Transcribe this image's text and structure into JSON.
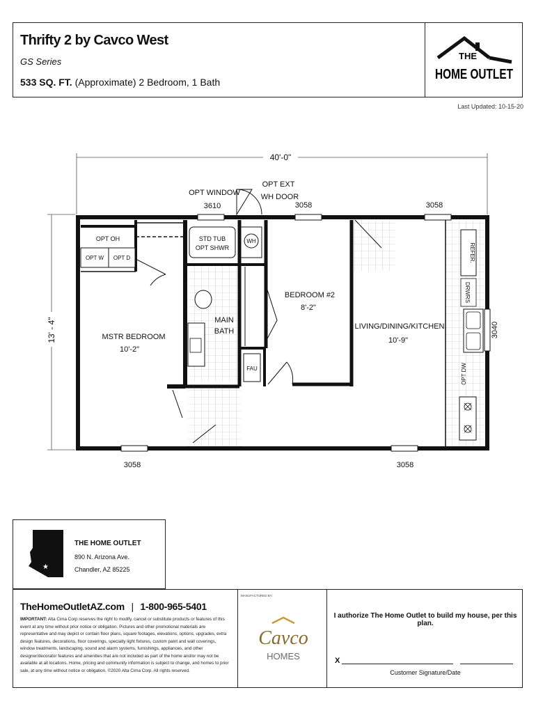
{
  "header": {
    "title": "Thrifty 2 by Cavco West",
    "series": "GS Series",
    "sqft": "533 SQ. FT.",
    "sqft_detail": "(Approximate) 2 Bedroom, 1 Bath",
    "logo_line1": "THE",
    "logo_line2": "HOME OUTLET",
    "last_updated": "Last Updated: 10-15-20"
  },
  "plan": {
    "width_dim": "40'-0\"",
    "depth_dim": "13' - 4\"",
    "opt_window": "OPT WINDOW",
    "opt_window_size": "3610",
    "opt_ext_door_1": "OPT EXT",
    "opt_ext_door_2": "WH DOOR",
    "top_window_1": "3058",
    "top_window_2": "3058",
    "bottom_window_1": "3058",
    "bottom_window_2": "3058",
    "right_window": "3040",
    "opt_oh": "OPT OH",
    "opt_w": "OPT W",
    "opt_d": "OPT D",
    "std_tub": "STD TUB",
    "opt_shwr": "OPT SHWR",
    "wh": "WH",
    "fau": "FAU",
    "main_bath_1": "MAIN",
    "main_bath_2": "BATH",
    "bedroom2": "BEDROOM #2",
    "bedroom2_size": "8'-2\"",
    "master": "MSTR BEDROOM",
    "master_size": "10'-2\"",
    "living": "LIVING/DINING/KITCHEN",
    "living_size": "10'-9\"",
    "refer": "REFER.",
    "drwrs": "DRWRS",
    "opt_dw": "OPT DW"
  },
  "dealer": {
    "name": "THE HOME OUTLET",
    "street": "890 N. Arizona Ave.",
    "city": "Chandler, AZ 85225"
  },
  "footer": {
    "website": "TheHomeOutletAZ.com",
    "phone": "1-800-965-5401",
    "important_label": "IMPORTANT:",
    "important_text": "Alta Cima Corp reserves the right to modify, cancel or substitute products or features of this event at any time without prior notice or obligation. Pictures and other promotional materials are representative and may depict or contain floor plans, square footages, elevations, options, upgrades, extra design features, decorations, floor coverings, specialty light fixtures, custom paint and wall coverings, window treatments, landscaping, sound and alarm systems, furnishings, appliances, and other designer/decorator features and amenities that are not included as part of the home and/or may not be available at all locations. Home, pricing and community information is subject to change, and homes to prior sale, at any time without notice or obligation. ©2020 Alta Cima Corp. All rights reserved.",
    "manufactured_by": "MANUFACTURED BY:",
    "cavco_logo": "Cavco",
    "cavco_sub": "HOMES",
    "authorize": "I authorize The Home Outlet to build my house, per this plan.",
    "sig_x": "X",
    "sig_label": "Customer Signature/Date"
  }
}
